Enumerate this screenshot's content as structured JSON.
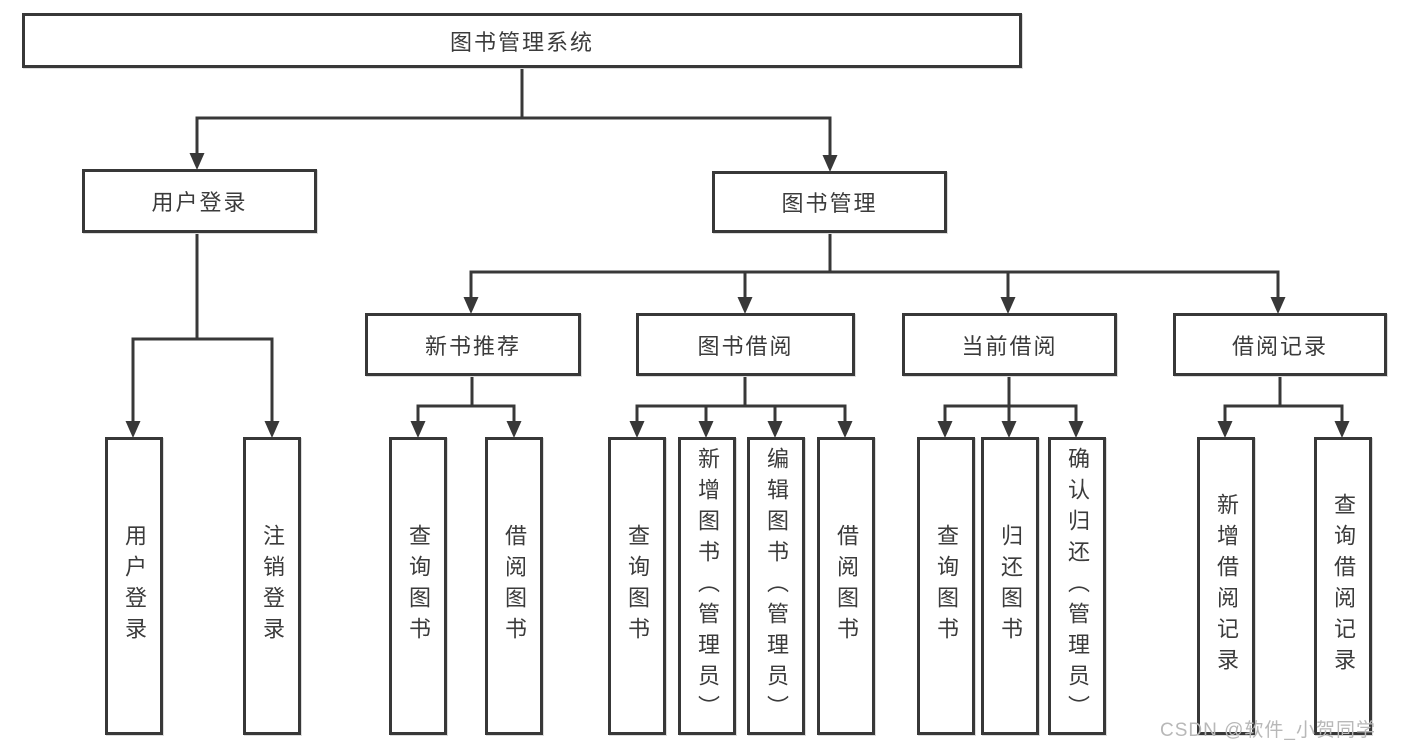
{
  "diagram": {
    "root": {
      "label": "图书管理系统"
    },
    "branches": [
      {
        "label": "用户登录",
        "children": [
          {
            "label": "用户登录"
          },
          {
            "label": "注销登录"
          }
        ]
      },
      {
        "label": "图书管理",
        "children": [
          {
            "label": "新书推荐",
            "children": [
              {
                "label": "查询图书"
              },
              {
                "label": "借阅图书"
              }
            ]
          },
          {
            "label": "图书借阅",
            "children": [
              {
                "label": "查询图书"
              },
              {
                "label": "新增图书（管理员）"
              },
              {
                "label": "编辑图书（管理员）"
              },
              {
                "label": "借阅图书"
              }
            ]
          },
          {
            "label": "当前借阅",
            "children": [
              {
                "label": "查询图书"
              },
              {
                "label": "归还图书"
              },
              {
                "label": "确认归还（管理员）"
              }
            ]
          },
          {
            "label": "借阅记录",
            "children": [
              {
                "label": "新增借阅记录"
              },
              {
                "label": "查询借阅记录"
              }
            ]
          }
        ]
      }
    ]
  },
  "watermark": {
    "text": "CSDN @软件_小贺同学"
  },
  "colors": {
    "line": "#383838",
    "text": "#3b3b3b",
    "box_background": "#ffffff",
    "watermark": "#b8b8b8"
  }
}
